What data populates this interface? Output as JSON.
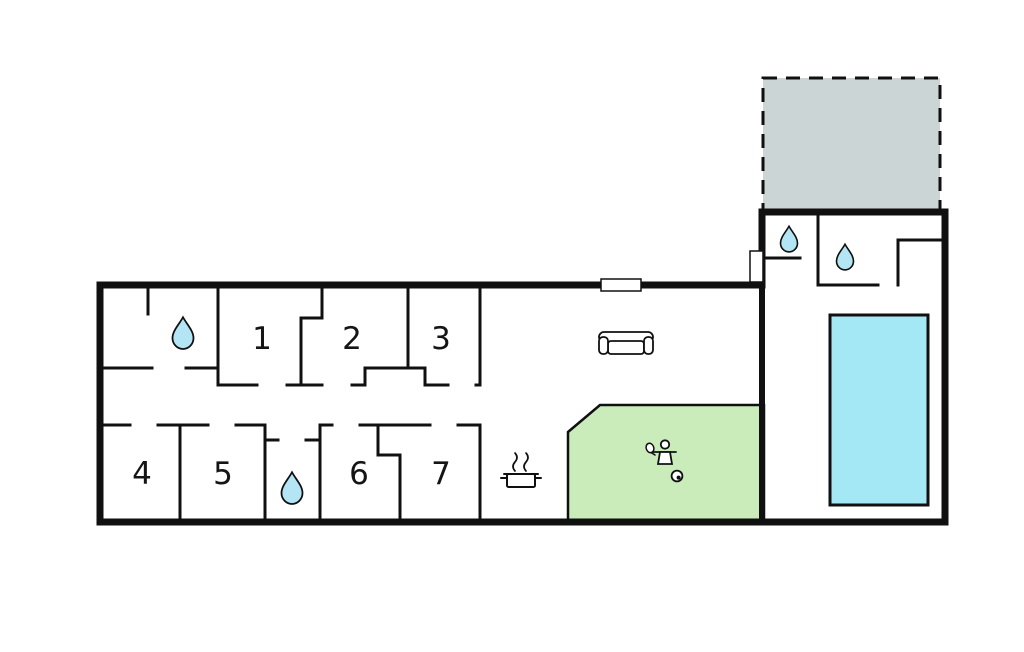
{
  "floorplan": {
    "rooms": [
      "1",
      "2",
      "3",
      "4",
      "5",
      "6",
      "7"
    ],
    "icons": [
      {
        "name": "water-drop-icon",
        "count": 4
      },
      {
        "name": "sofa-icon",
        "count": 1
      },
      {
        "name": "cooking-pot-icon",
        "count": 1
      },
      {
        "name": "table-tennis-player-icon",
        "count": 1
      },
      {
        "name": "ball-icon",
        "count": 1
      },
      {
        "name": "door-marker",
        "count": 2
      }
    ],
    "areas": {
      "pool_color": "#a5e8f5",
      "lawn_color": "#c9ecba",
      "terrace_color": "#ccd5d5",
      "water_drop_color": "#b3e5f5",
      "wall_color": "#101010",
      "background_color": "#ffffff"
    }
  }
}
